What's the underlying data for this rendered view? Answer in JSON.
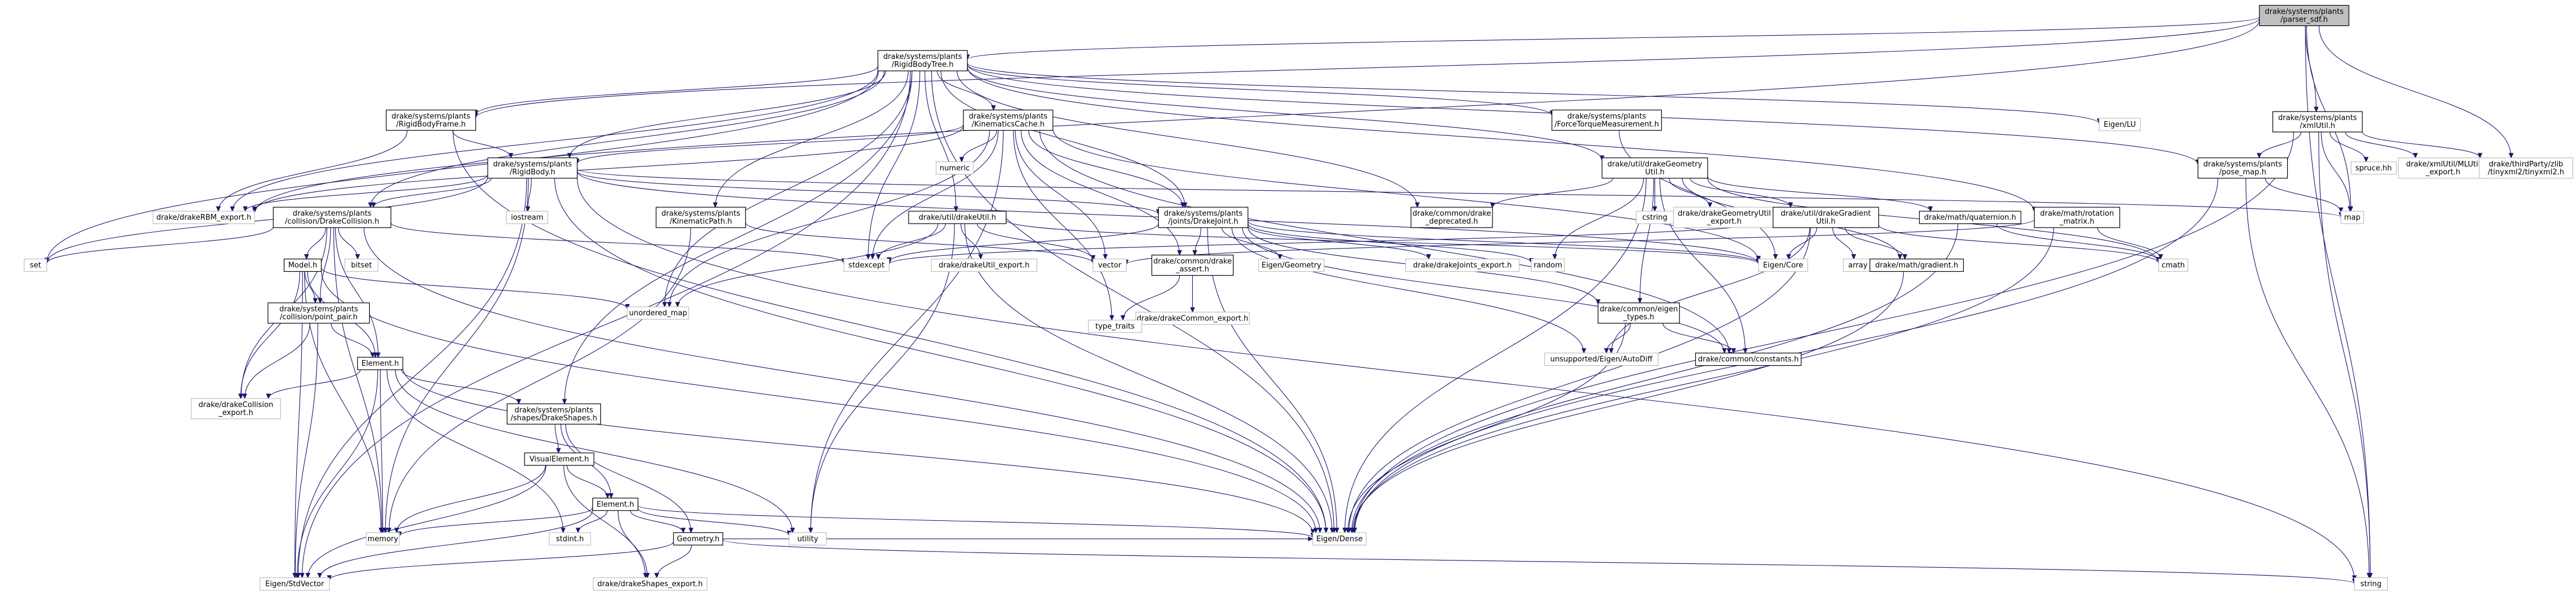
{
  "graph": {
    "nodes": [
      {
        "id": "parser_sdf",
        "lines": [
          "drake/systems/plants",
          "/parser_sdf.h"
        ],
        "style": "root"
      },
      {
        "id": "rbt",
        "lines": [
          "drake/systems/plants",
          "/RigidBodyTree.h"
        ],
        "style": "normal"
      },
      {
        "id": "urdf",
        "lines": [
          "drake/systems/plants",
          "/xmlUtil.h"
        ],
        "style": "normal"
      },
      {
        "id": "rbframe",
        "lines": [
          "drake/systems/plants",
          "/RigidBodyFrame.h"
        ],
        "style": "normal"
      },
      {
        "id": "kincache",
        "lines": [
          "drake/systems/plants",
          "/KinematicsCache.h"
        ],
        "style": "normal"
      },
      {
        "id": "ftm",
        "lines": [
          "drake/systems/plants",
          "/ForceTorqueMeasurement.h"
        ],
        "style": "normal"
      },
      {
        "id": "eigenlu",
        "lines": [
          "Eigen/LU"
        ],
        "style": "muted"
      },
      {
        "id": "posemap",
        "lines": [
          "drake/systems/plants",
          "/pose_map.h"
        ],
        "style": "normal"
      },
      {
        "id": "spruce",
        "lines": [
          "spruce.hh"
        ],
        "style": "muted"
      },
      {
        "id": "xmlutilexport",
        "lines": [
          "drake/xmlUtil/MLUtil",
          "_export.h"
        ],
        "style": "muted"
      },
      {
        "id": "tinyxml",
        "lines": [
          "drake/thirdParty/zlib",
          "/tinyxml2/tinyxml2.h"
        ],
        "style": "muted"
      },
      {
        "id": "rigidbody",
        "lines": [
          "drake/systems/plants",
          "/RigidBody.h"
        ],
        "style": "normal"
      },
      {
        "id": "numeric",
        "lines": [
          "numeric"
        ],
        "style": "muted"
      },
      {
        "id": "geomutil",
        "lines": [
          "drake/util/drakeGeometry",
          "Util.h"
        ],
        "style": "normal"
      },
      {
        "id": "map",
        "lines": [
          "map"
        ],
        "style": "muted"
      },
      {
        "id": "rbmexport",
        "lines": [
          "drake/drakeRBM_export.h"
        ],
        "style": "muted"
      },
      {
        "id": "drakecollision",
        "lines": [
          "drake/systems/plants",
          "/collision/DrakeCollision.h"
        ],
        "style": "normal"
      },
      {
        "id": "iostream",
        "lines": [
          "iostream"
        ],
        "style": "muted"
      },
      {
        "id": "kinpath",
        "lines": [
          "drake/systems/plants",
          "/KinematicPath.h"
        ],
        "style": "normal"
      },
      {
        "id": "drakeutil",
        "lines": [
          "drake/util/drakeUtil.h"
        ],
        "style": "normal"
      },
      {
        "id": "drakejoint",
        "lines": [
          "drake/systems/plants",
          "/joints/DrakeJoint.h"
        ],
        "style": "normal"
      },
      {
        "id": "deprecated",
        "lines": [
          "drake/common/drake",
          "_deprecated.h"
        ],
        "style": "normal"
      },
      {
        "id": "cstring",
        "lines": [
          "cstring"
        ],
        "style": "muted"
      },
      {
        "id": "geomexport",
        "lines": [
          "drake/drakeGeometryUtil",
          "_export.h"
        ],
        "style": "muted"
      },
      {
        "id": "gradutil",
        "lines": [
          "drake/util/drakeGradient",
          "Util.h"
        ],
        "style": "normal"
      },
      {
        "id": "quaternion",
        "lines": [
          "drake/math/quaternion.h"
        ],
        "style": "normal"
      },
      {
        "id": "rotmat",
        "lines": [
          "drake/math/rotation",
          "_matrix.h"
        ],
        "style": "normal"
      },
      {
        "id": "set",
        "lines": [
          "set"
        ],
        "style": "muted"
      },
      {
        "id": "bitset",
        "lines": [
          "bitset"
        ],
        "style": "muted"
      },
      {
        "id": "stdexcept",
        "lines": [
          "stdexcept"
        ],
        "style": "muted"
      },
      {
        "id": "utilexport",
        "lines": [
          "drake/drakeUtil_export.h"
        ],
        "style": "muted"
      },
      {
        "id": "vector",
        "lines": [
          "vector"
        ],
        "style": "muted"
      },
      {
        "id": "drakeassert",
        "lines": [
          "drake/common/drake",
          "_assert.h"
        ],
        "style": "normal"
      },
      {
        "id": "eigengeom",
        "lines": [
          "Eigen/Geometry"
        ],
        "style": "muted"
      },
      {
        "id": "random",
        "lines": [
          "random"
        ],
        "style": "muted"
      },
      {
        "id": "jointsexport",
        "lines": [
          "drake/drakeJoints_export.h"
        ],
        "style": "muted"
      },
      {
        "id": "eigencore",
        "lines": [
          "Eigen/Core"
        ],
        "style": "muted"
      },
      {
        "id": "array",
        "lines": [
          "array"
        ],
        "style": "muted"
      },
      {
        "id": "gradient",
        "lines": [
          "drake/math/gradient.h"
        ],
        "style": "normal"
      },
      {
        "id": "cmath",
        "lines": [
          "cmath"
        ],
        "style": "muted"
      },
      {
        "id": "model",
        "lines": [
          "Model.h"
        ],
        "style": "normal"
      },
      {
        "id": "pointpair",
        "lines": [
          "drake/systems/plants",
          "/collision/point_pair.h"
        ],
        "style": "normal"
      },
      {
        "id": "unorderedmap",
        "lines": [
          "unordered_map"
        ],
        "style": "muted"
      },
      {
        "id": "commonexport",
        "lines": [
          "drake/drakeCommon_export.h"
        ],
        "style": "muted"
      },
      {
        "id": "eigentypes",
        "lines": [
          "drake/common/eigen",
          "_types.h"
        ],
        "style": "normal"
      },
      {
        "id": "typetraits",
        "lines": [
          "type_traits"
        ],
        "style": "muted"
      },
      {
        "id": "autodiff",
        "lines": [
          "unsupported/Eigen/AutoDiff"
        ],
        "style": "muted"
      },
      {
        "id": "constants",
        "lines": [
          "drake/common/constants.h"
        ],
        "style": "normal"
      },
      {
        "id": "element",
        "lines": [
          "Element.h"
        ],
        "style": "normal"
      },
      {
        "id": "collexport",
        "lines": [
          "drake/drakeCollision",
          "_export.h"
        ],
        "style": "muted"
      },
      {
        "id": "drakeshapes",
        "lines": [
          "drake/systems/plants",
          "/shapes/DrakeShapes.h"
        ],
        "style": "normal"
      },
      {
        "id": "visualelement",
        "lines": [
          "VisualElement.h"
        ],
        "style": "normal"
      },
      {
        "id": "shapeselement",
        "lines": [
          "Element.h"
        ],
        "style": "normal"
      },
      {
        "id": "memory",
        "lines": [
          "memory"
        ],
        "style": "muted"
      },
      {
        "id": "stdint",
        "lines": [
          "stdint.h"
        ],
        "style": "muted"
      },
      {
        "id": "utility",
        "lines": [
          "utility"
        ],
        "style": "muted"
      },
      {
        "id": "eigendense",
        "lines": [
          "Eigen/Dense"
        ],
        "style": "muted"
      },
      {
        "id": "geometry",
        "lines": [
          "Geometry.h"
        ],
        "style": "normal"
      },
      {
        "id": "stdvector",
        "lines": [
          "Eigen/StdVector"
        ],
        "style": "muted"
      },
      {
        "id": "shapesexport",
        "lines": [
          "drake/drakeShapes_export.h"
        ],
        "style": "muted"
      },
      {
        "id": "string",
        "lines": [
          "string"
        ],
        "style": "muted"
      }
    ],
    "edges": [
      [
        "parser_sdf",
        "rbt"
      ],
      [
        "parser_sdf",
        "urdf"
      ],
      [
        "parser_sdf",
        "tinyxml"
      ],
      [
        "parser_sdf",
        "map"
      ],
      [
        "parser_sdf",
        "string"
      ],
      [
        "parser_sdf",
        "rbframe"
      ],
      [
        "parser_sdf",
        "rbmexport"
      ],
      [
        "rbt",
        "rbframe"
      ],
      [
        "rbt",
        "kincache"
      ],
      [
        "rbt",
        "ftm"
      ],
      [
        "rbt",
        "eigenlu"
      ],
      [
        "rbt",
        "posemap"
      ],
      [
        "rbt",
        "rigidbody"
      ],
      [
        "rbt",
        "rbmexport"
      ],
      [
        "rbt",
        "drakecollision"
      ],
      [
        "rbt",
        "kinpath"
      ],
      [
        "rbt",
        "drakeutil"
      ],
      [
        "rbt",
        "drakejoint"
      ],
      [
        "rbt",
        "deprecated"
      ],
      [
        "rbt",
        "geomutil"
      ],
      [
        "rbt",
        "rotmat"
      ],
      [
        "rbt",
        "set"
      ],
      [
        "rbt",
        "stdexcept"
      ],
      [
        "rbt",
        "unorderedmap"
      ],
      [
        "rbt",
        "drakeshapes"
      ],
      [
        "rbt",
        "eigendense"
      ],
      [
        "rbt",
        "stdvector"
      ],
      [
        "urdf",
        "spruce"
      ],
      [
        "urdf",
        "xmlutilexport"
      ],
      [
        "urdf",
        "tinyxml"
      ],
      [
        "urdf",
        "posemap"
      ],
      [
        "urdf",
        "map"
      ],
      [
        "urdf",
        "string"
      ],
      [
        "urdf",
        "eigendense"
      ],
      [
        "rbframe",
        "rigidbody"
      ],
      [
        "rbframe",
        "rbmexport"
      ],
      [
        "rbframe",
        "eigendense"
      ],
      [
        "kincache",
        "rigidbody"
      ],
      [
        "kincache",
        "numeric"
      ],
      [
        "kincache",
        "drakejoint"
      ],
      [
        "kincache",
        "drakeassert"
      ],
      [
        "kincache",
        "eigencore"
      ],
      [
        "kincache",
        "stdexcept"
      ],
      [
        "kincache",
        "unorderedmap"
      ],
      [
        "kincache",
        "typetraits"
      ],
      [
        "kincache",
        "vector"
      ],
      [
        "kincache",
        "constants"
      ],
      [
        "kincache",
        "utility"
      ],
      [
        "kincache",
        "rbmexport"
      ],
      [
        "ftm",
        "eigencore"
      ],
      [
        "posemap",
        "map"
      ],
      [
        "posemap",
        "eigendense"
      ],
      [
        "posemap",
        "string"
      ],
      [
        "rigidbody",
        "rbmexport"
      ],
      [
        "rigidbody",
        "iostream"
      ],
      [
        "rigidbody",
        "drakejoint"
      ],
      [
        "rigidbody",
        "drakecollision"
      ],
      [
        "rigidbody",
        "set"
      ],
      [
        "rigidbody",
        "eigencore"
      ],
      [
        "rigidbody",
        "memory"
      ],
      [
        "rigidbody",
        "stdvector"
      ],
      [
        "rigidbody",
        "string"
      ],
      [
        "rigidbody",
        "map"
      ],
      [
        "rigidbody",
        "eigendense"
      ],
      [
        "geomutil",
        "cstring"
      ],
      [
        "geomutil",
        "geomexport"
      ],
      [
        "geomutil",
        "gradutil"
      ],
      [
        "geomutil",
        "quaternion"
      ],
      [
        "geomutil",
        "gradient"
      ],
      [
        "geomutil",
        "random"
      ],
      [
        "geomutil",
        "eigentypes"
      ],
      [
        "geomutil",
        "deprecated"
      ],
      [
        "geomutil",
        "cmath"
      ],
      [
        "geomutil",
        "eigendense"
      ],
      [
        "geomutil",
        "constants"
      ],
      [
        "drakecollision",
        "model"
      ],
      [
        "drakecollision",
        "pointpair"
      ],
      [
        "drakecollision",
        "element"
      ],
      [
        "drakecollision",
        "bitset"
      ],
      [
        "drakecollision",
        "set"
      ],
      [
        "drakecollision",
        "collexport"
      ],
      [
        "drakecollision",
        "stdexcept"
      ],
      [
        "drakecollision",
        "memory"
      ],
      [
        "drakecollision",
        "eigendense"
      ],
      [
        "kinpath",
        "memory"
      ],
      [
        "kinpath",
        "vector"
      ],
      [
        "drakeutil",
        "utilexport"
      ],
      [
        "drakeutil",
        "stdexcept"
      ],
      [
        "drakeutil",
        "vector"
      ],
      [
        "drakeutil",
        "unorderedmap"
      ],
      [
        "drakeutil",
        "utility"
      ],
      [
        "drakeutil",
        "eigendense"
      ],
      [
        "drakeutil",
        "eigencore"
      ],
      [
        "drakejoint",
        "drakeassert"
      ],
      [
        "drakejoint",
        "eigengeom"
      ],
      [
        "drakejoint",
        "random"
      ],
      [
        "drakejoint",
        "jointsexport"
      ],
      [
        "drakejoint",
        "eigencore"
      ],
      [
        "drakejoint",
        "eigentypes"
      ],
      [
        "drakejoint",
        "autodiff"
      ],
      [
        "drakejoint",
        "constants"
      ],
      [
        "drakejoint",
        "eigendense"
      ],
      [
        "drakejoint",
        "stdexcept"
      ],
      [
        "gradutil",
        "array"
      ],
      [
        "gradutil",
        "gradient"
      ],
      [
        "gradutil",
        "eigencore"
      ],
      [
        "gradutil",
        "autodiff"
      ],
      [
        "gradutil",
        "stdexcept"
      ],
      [
        "gradutil",
        "cmath"
      ],
      [
        "gradutil",
        "eigendense"
      ],
      [
        "quaternion",
        "eigendense"
      ],
      [
        "quaternion",
        "cmath"
      ],
      [
        "rotmat",
        "eigendense"
      ],
      [
        "rotmat",
        "cmath"
      ],
      [
        "rotmat",
        "vector"
      ],
      [
        "drakeassert",
        "commonexport"
      ],
      [
        "drakeassert",
        "typetraits"
      ],
      [
        "eigentypes",
        "autodiff"
      ],
      [
        "eigentypes",
        "constants"
      ],
      [
        "eigentypes",
        "eigendense"
      ],
      [
        "gradient",
        "eigendense"
      ],
      [
        "model",
        "element"
      ],
      [
        "model",
        "pointpair"
      ],
      [
        "model",
        "unorderedmap"
      ],
      [
        "model",
        "collexport"
      ],
      [
        "model",
        "memory"
      ],
      [
        "model",
        "stdvector"
      ],
      [
        "model",
        "eigendense"
      ],
      [
        "pointpair",
        "element"
      ],
      [
        "pointpair",
        "collexport"
      ],
      [
        "pointpair",
        "stdvector"
      ],
      [
        "element",
        "collexport"
      ],
      [
        "element",
        "drakeshapes"
      ],
      [
        "element",
        "memory"
      ],
      [
        "element",
        "stdint"
      ],
      [
        "element",
        "utility"
      ],
      [
        "element",
        "eigendense"
      ],
      [
        "element",
        "stdvector"
      ],
      [
        "drakeshapes",
        "visualelement"
      ],
      [
        "drakeshapes",
        "shapeselement"
      ],
      [
        "drakeshapes",
        "geometry"
      ],
      [
        "visualelement",
        "shapeselement"
      ],
      [
        "visualelement",
        "stdvector"
      ],
      [
        "visualelement",
        "shapesexport"
      ],
      [
        "visualelement",
        "memory"
      ],
      [
        "shapeselement",
        "geometry"
      ],
      [
        "shapeselement",
        "memory"
      ],
      [
        "shapeselement",
        "stdint"
      ],
      [
        "shapeselement",
        "utility"
      ],
      [
        "shapeselement",
        "stdvector"
      ],
      [
        "shapeselement",
        "eigendense"
      ],
      [
        "shapeselement",
        "shapesexport"
      ],
      [
        "geometry",
        "shapesexport"
      ],
      [
        "geometry",
        "string"
      ],
      [
        "geometry",
        "stdvector"
      ],
      [
        "geometry",
        "eigendense"
      ]
    ]
  }
}
